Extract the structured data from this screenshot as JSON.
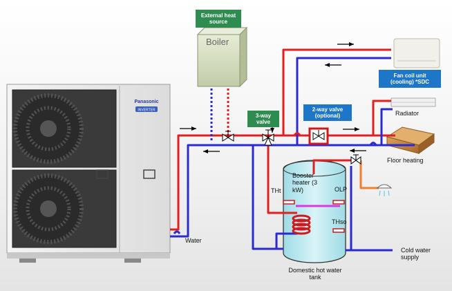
{
  "labels": {
    "external_heat_source": "External heat source",
    "boiler": "Boiler",
    "three_way_valve": "3-way valve",
    "two_way_valve": "2-way valve (optional)",
    "fan_coil_unit": "Fan coil unit (cooling) *SDC",
    "radiator": "Radiator",
    "floor_heating": "Floor heating",
    "booster_heater": "Booster heater (3 kW)",
    "olp": "OLP",
    "tht": "THt",
    "thso": "THso",
    "water": "Water",
    "cold_water_supply": "Cold water supply",
    "domestic_hot_water_tank": "Domestic hot water tank",
    "brand": "Panasonic",
    "inverter": "INVERTER"
  },
  "colors": {
    "hot_pipe": "#e02020",
    "cold_pipe": "#2a2ad0",
    "tag_green": "#2e8c50",
    "tag_blue": "#1e76c8",
    "tank": "#bfeaf0",
    "boiler_body": "#d3dcc0"
  }
}
